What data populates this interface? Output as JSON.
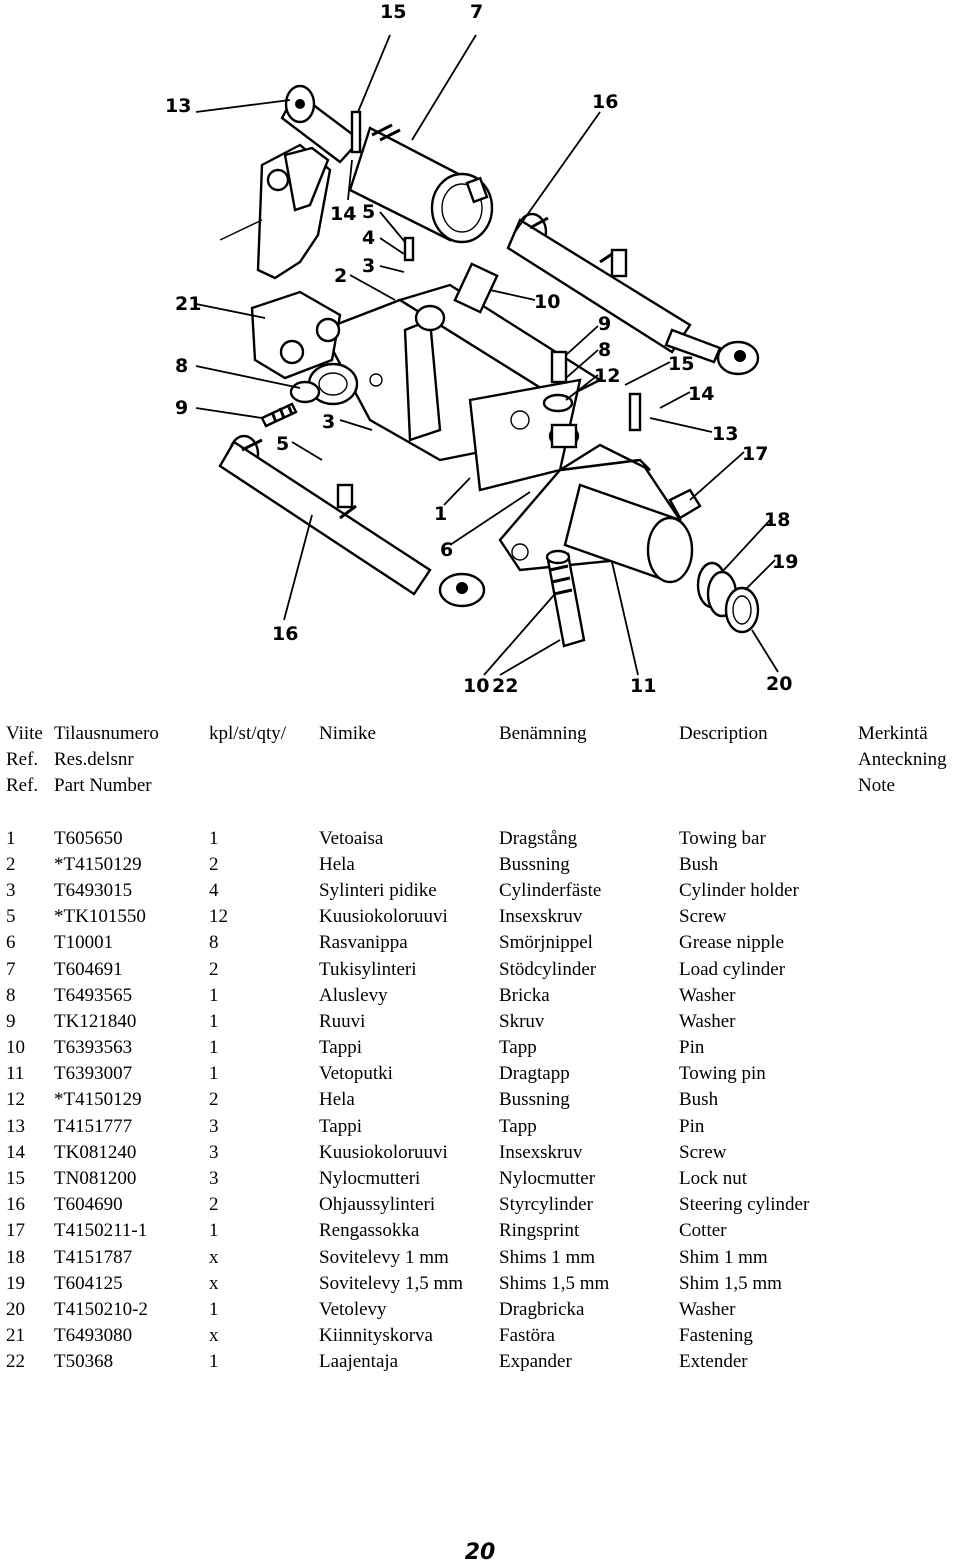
{
  "diagram": {
    "callouts": [
      "15",
      "7",
      "13",
      "16",
      "14",
      "5",
      "4",
      "3",
      "2",
      "10",
      "21",
      "9",
      "8",
      "15",
      "12",
      "14",
      "13",
      "8",
      "9",
      "3",
      "5",
      "17",
      "1",
      "6",
      "18",
      "19",
      "16",
      "10",
      "22",
      "11",
      "20"
    ]
  },
  "table": {
    "header": [
      [
        "Viite",
        "Tilausnumero",
        "kpl/st/qty/",
        "Nimike",
        "Benämning",
        "Description",
        "Merkintä"
      ],
      [
        "Ref.",
        "Res.delsnr",
        "",
        "",
        "",
        "",
        "Anteckning"
      ],
      [
        "Ref.",
        "Part Number",
        "",
        "",
        "",
        "",
        "Note"
      ]
    ],
    "rows": [
      [
        "1",
        "T605650",
        "1",
        "Vetoaisa",
        "Dragstång",
        "Towing bar"
      ],
      [
        "2",
        "*T4150129",
        "2",
        "Hela",
        "Bussning",
        "Bush"
      ],
      [
        "3",
        "T6493015",
        "4",
        "Sylinteri pidike",
        "Cylinderfäste",
        "Cylinder holder"
      ],
      [
        "5",
        "*TK101550",
        "12",
        "Kuusiokoloruuvi",
        "Insexskruv",
        "Screw"
      ],
      [
        "6",
        "T10001",
        "8",
        "Rasvanippa",
        "Smörjnippel",
        "Grease nipple"
      ],
      [
        "7",
        "T604691",
        "2",
        "Tukisylinteri",
        "Stödcylinder",
        "Load cylinder"
      ],
      [
        "8",
        "T6493565",
        "1",
        "Aluslevy",
        "Bricka",
        "Washer"
      ],
      [
        "9",
        "TK121840",
        "1",
        "Ruuvi",
        "Skruv",
        "Washer"
      ],
      [
        "10",
        "T6393563",
        "1",
        "Tappi",
        "Tapp",
        "Pin"
      ],
      [
        "11",
        "T6393007",
        "1",
        "Vetoputki",
        "Dragtapp",
        "Towing pin"
      ],
      [
        "12",
        "*T4150129",
        "2",
        "Hela",
        "Bussning",
        "Bush"
      ],
      [
        "13",
        "T4151777",
        "3",
        "Tappi",
        "Tapp",
        "Pin"
      ],
      [
        "14",
        "TK081240",
        "3",
        "Kuusiokoloruuvi",
        "Insexskruv",
        "Screw"
      ],
      [
        "15",
        "TN081200",
        "3",
        "Nylocmutteri",
        "Nylocmutter",
        "Lock nut"
      ],
      [
        "16",
        "T604690",
        "2",
        "Ohjaussylinteri",
        "Styrcylinder",
        "Steering cylinder"
      ],
      [
        "17",
        "T4150211-1",
        "1",
        "Rengassokka",
        "Ringsprint",
        "Cotter"
      ],
      [
        "18",
        "T4151787",
        "x",
        "Sovitelevy 1 mm",
        "Shims 1 mm",
        "Shim 1 mm"
      ],
      [
        "19",
        "T604125",
        "x",
        "Sovitelevy 1,5 mm",
        "Shims 1,5 mm",
        "Shim 1,5 mm"
      ],
      [
        "20",
        "T4150210-2",
        "1",
        "Vetolevy",
        "Dragbricka",
        "Washer"
      ],
      [
        "21",
        "T6493080",
        "x",
        "Kiinnityskorva",
        "Fastöra",
        "Fastening"
      ],
      [
        "22",
        "T50368",
        "1",
        "Laajentaja",
        "Expander",
        "Extender"
      ]
    ]
  },
  "page_number": "20"
}
